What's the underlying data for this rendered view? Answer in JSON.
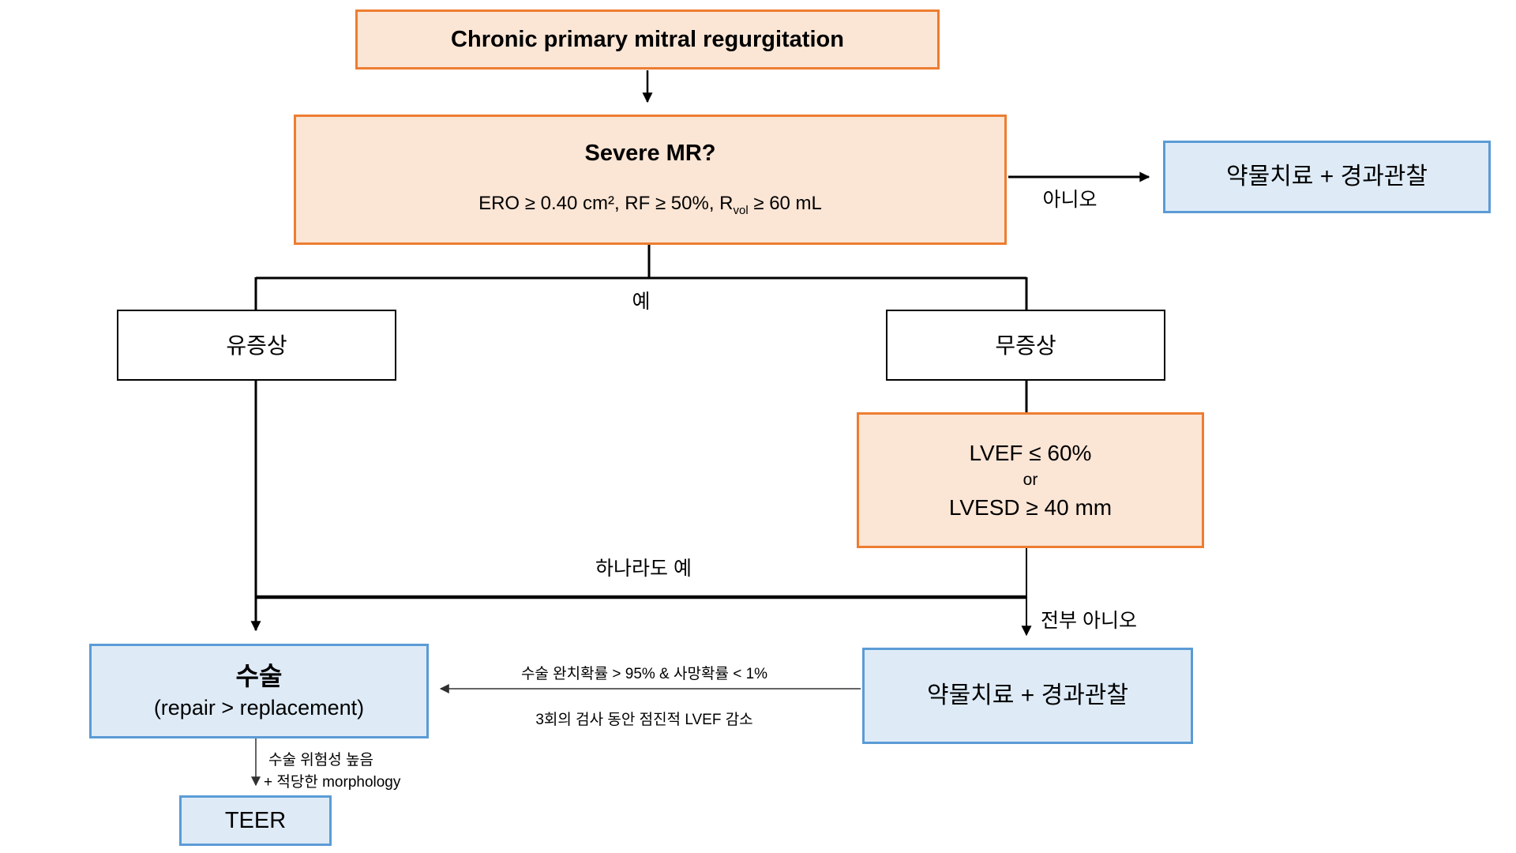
{
  "diagram": {
    "nodes": {
      "start": {
        "label": "Chronic primary mitral regurgitation"
      },
      "severe_mr": {
        "question": "Severe MR?",
        "criteria_main": "ERO ≥ 0.40 cm², RF ≥ 50%, R",
        "criteria_subscript": "vol",
        "criteria_tail": " ≥ 60 mL"
      },
      "medical_therapy_top": {
        "label": "약물치료 + 경과관찰"
      },
      "symptomatic": {
        "label": "유증상"
      },
      "asymptomatic": {
        "label": "무증상"
      },
      "lv_criteria": {
        "line1": "LVEF ≤ 60%",
        "line2": "or",
        "line3": "LVESD ≥ 40 mm"
      },
      "surgery": {
        "title": "수술",
        "subtitle": "(repair > replacement)"
      },
      "medical_therapy_bottom": {
        "label": "약물치료 + 경과관찰"
      },
      "teer": {
        "label": "TEER"
      }
    },
    "edge_labels": {
      "no": "아니오",
      "yes": "예",
      "any_yes": "하나라도 예",
      "all_no": "전부 아니오",
      "surgery_cure": "수술 완치확률 > 95% & 사망확률 < 1%",
      "lvef_decline": "3회의 검사 동안 점진적 LVEF 감소",
      "high_risk": "수술 위험성 높음",
      "morphology": "+ 적당한 morphology"
    },
    "colors": {
      "peach_fill": "#FBE5D5",
      "orange_border": "#ED7D31",
      "blue_fill": "#DEEBF7",
      "blue_border": "#5B9BD5",
      "line_color": "#000000",
      "thin_line_color": "#303030"
    }
  }
}
